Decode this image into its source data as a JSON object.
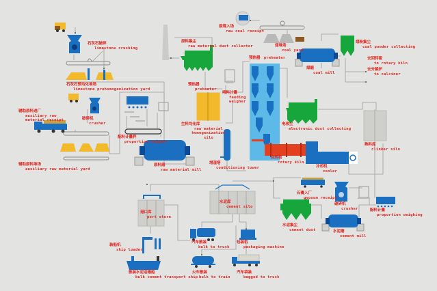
{
  "colors": {
    "background": "#e3e3e2",
    "equipment_blue": "#1a6fc0",
    "dust_collector_green": "#16a63c",
    "material_yellow": "#f2b92a",
    "kiln_red": "#e2401e",
    "silo_gray": "#cfd0cb",
    "preheater_light_blue": "#5db9e8",
    "label_red": "#e0241b",
    "pipe_gray": "#9a9a9a"
  },
  "labels": [
    {
      "zh": "石灰石破碎",
      "en": "limestone crushing"
    },
    {
      "zh": "石灰石预均化堆场",
      "en": "limestone prehomogenization yard"
    },
    {
      "zh": "原料集尘",
      "en": "raw material dust collector"
    },
    {
      "zh": "原煤入场",
      "en": "raw coal receipt"
    },
    {
      "zh": "煤堆场",
      "en": "coal yard"
    },
    {
      "zh": "煤粉集尘",
      "en": "coal powder collecting"
    },
    {
      "zh": "煤磨",
      "en": "coal mill"
    },
    {
      "zh": "去回转窑",
      "en": "to rotary kiln"
    },
    {
      "zh": "去分解炉",
      "en": "to calciner"
    },
    {
      "zh": "预热器",
      "en": "preheater"
    },
    {
      "zh": "预热器",
      "en": "preheater"
    },
    {
      "zh": "喂料计量",
      "en": "feeding weigher"
    },
    {
      "zh": "辅助原料进厂",
      "en": "auxiliary raw material receipt"
    },
    {
      "zh": "破碎机",
      "en": "crusher"
    },
    {
      "zh": "配料计量秤",
      "en": "proportion weigher"
    },
    {
      "zh": "生料均化库",
      "en": "raw material homogenization silo"
    },
    {
      "zh": "电收尘",
      "en": "electronic dust collecting"
    },
    {
      "zh": "熟料库",
      "en": "clinker silo"
    },
    {
      "zh": "原料磨",
      "en": "raw material mill"
    },
    {
      "zh": "辅助原料堆场",
      "en": "auxiliary raw material yard"
    },
    {
      "zh": "增湿塔",
      "en": "conditioning tower"
    },
    {
      "zh": "回转窑",
      "en": "rotary kiln"
    },
    {
      "zh": "冷却机",
      "en": "cooler"
    },
    {
      "zh": "石膏入厂",
      "en": "gypsum receipt"
    },
    {
      "zh": "破碎机",
      "en": "crusher"
    },
    {
      "zh": "配料计量",
      "en": "proportion weighing"
    },
    {
      "zh": "水泥集尘",
      "en": "cement dust"
    },
    {
      "zh": "水泥磨",
      "en": "cement mill"
    },
    {
      "zh": "水泥库",
      "en": "cement silo"
    },
    {
      "zh": "港口库",
      "en": "port store"
    },
    {
      "zh": "汽车散装",
      "en": "bulk to truck"
    },
    {
      "zh": "包装机",
      "en": "packaging machine"
    },
    {
      "zh": "装船机",
      "en": "ship loader"
    },
    {
      "zh": "散装水泥运输船",
      "en": "bulk cement transport ship"
    },
    {
      "zh": "火车散装",
      "en": "bulk to train"
    },
    {
      "zh": "汽车袋装",
      "en": "bagged to truck"
    }
  ]
}
